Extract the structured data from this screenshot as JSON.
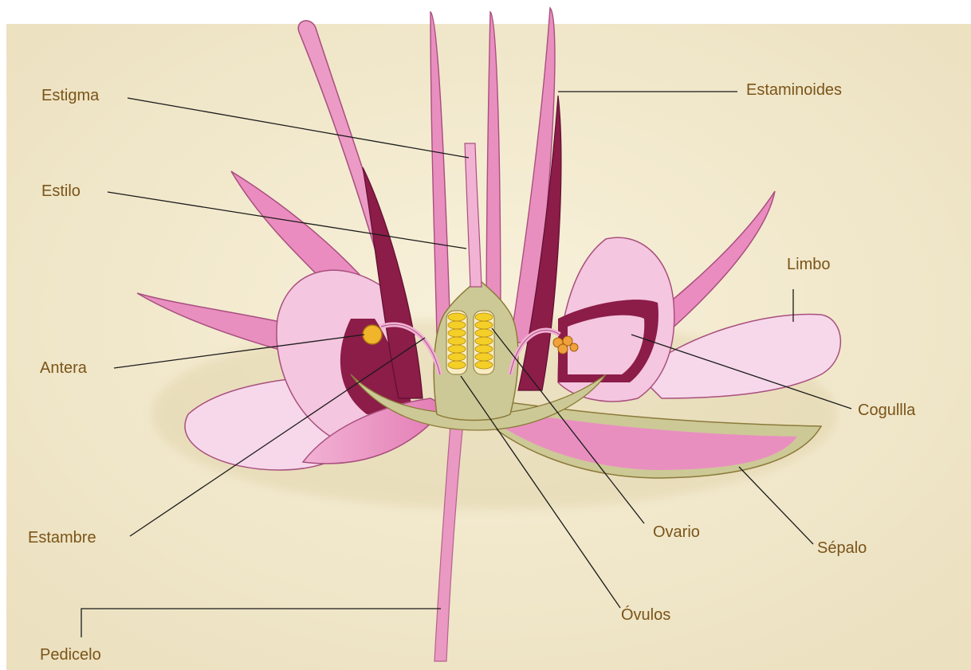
{
  "labels": {
    "estigma": "Estigma",
    "estilo": "Estilo",
    "antera": "Antera",
    "estambre": "Estambre",
    "pedicelo": "Pedicelo",
    "estaminoides": "Estaminoides",
    "limbo": "Limbo",
    "cogullla": "Cogullla",
    "ovario": "Ovario",
    "sepalo": "Sépalo",
    "ovulos": "Óvulos"
  },
  "colors": {
    "background": "#f4ecd2",
    "petal_pink": "#e98fc0",
    "petal_light": "#f6d8ea",
    "dark_red": "#8c1c48",
    "olive": "#ccc996",
    "ovule_yellow": "#f4cf28",
    "label_text": "#7a5418",
    "leader_line": "#1a1a1a"
  }
}
